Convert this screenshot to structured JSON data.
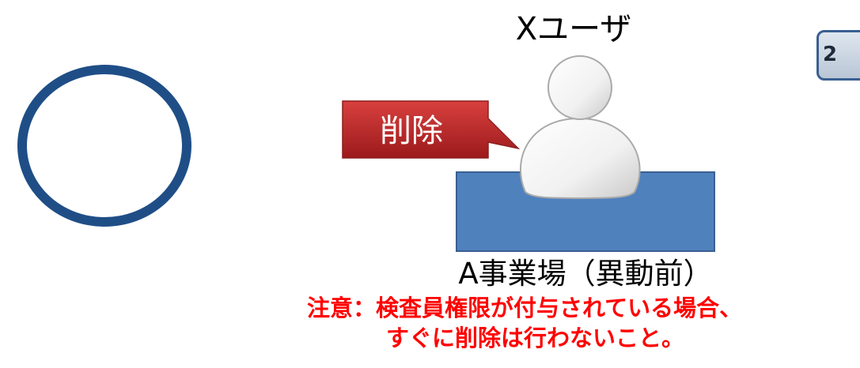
{
  "diagram": {
    "user_label": "Xユーザ",
    "step_number": "2",
    "callout_text": "削除",
    "site_label": "A事業場（異動前）",
    "warning": {
      "line1": "注意：検査員権限が付与されている場合、",
      "line2": "すぐに削除は行わないこと。"
    },
    "icons": {
      "status": "circle-ok-icon",
      "user": "user-icon"
    },
    "colors": {
      "circle": "#1f4e87",
      "desk": "#4f81bd",
      "callout": "#c0282a",
      "warning": "#ff0000"
    }
  }
}
